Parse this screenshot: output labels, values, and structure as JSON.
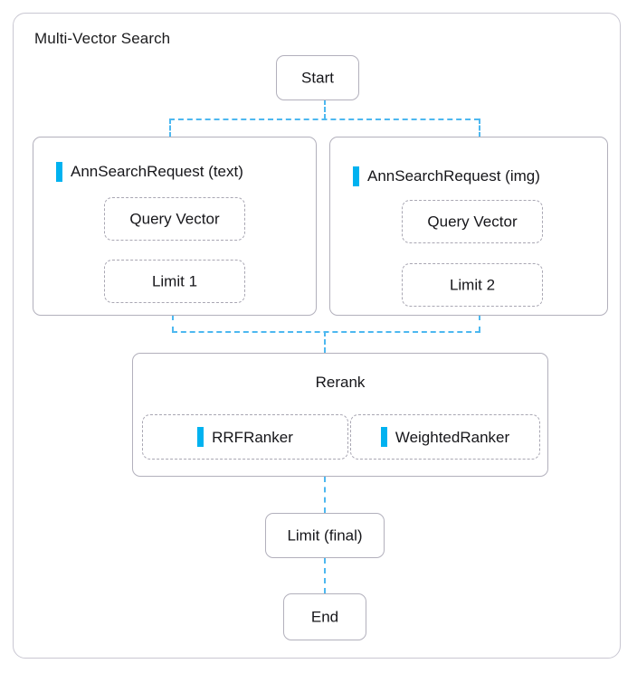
{
  "frame": {
    "title": "Multi-Vector Search"
  },
  "nodes": {
    "start": {
      "label": "Start"
    },
    "request_text": {
      "heading": "AnnSearchRequest (text)",
      "icon": "cyan-bar-icon",
      "fields": [
        {
          "label": "Query Vector"
        },
        {
          "label": "Limit 1"
        }
      ]
    },
    "request_img": {
      "heading": "AnnSearchRequest (img)",
      "icon": "cyan-bar-icon",
      "fields": [
        {
          "label": "Query Vector"
        },
        {
          "label": "Limit 2"
        }
      ]
    },
    "rerank": {
      "heading": "Rerank",
      "rankers": [
        {
          "label": "RRFRanker",
          "icon": "cyan-bar-icon"
        },
        {
          "label": "WeightedRanker",
          "icon": "cyan-bar-icon"
        }
      ]
    },
    "limit_final": {
      "label": "Limit (final)"
    },
    "end": {
      "label": "End"
    }
  },
  "colors": {
    "accent": "#00b2f0",
    "connector": "#4db8f0",
    "node_border": "#b2b0bc",
    "dashed_border": "#a9a7b3",
    "frame_border": "#c9c7d2",
    "text": "#16161a",
    "background": "#ffffff"
  }
}
